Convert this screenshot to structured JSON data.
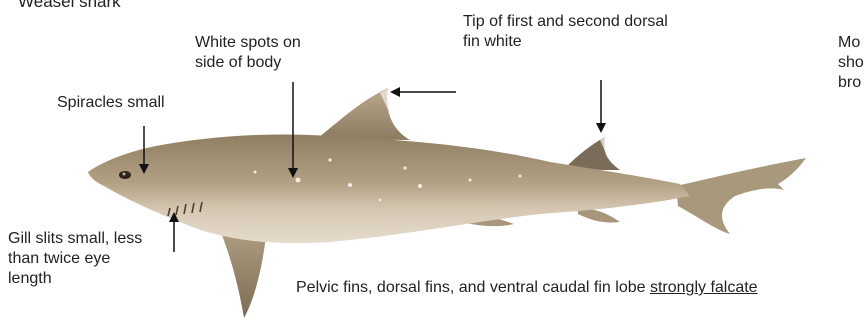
{
  "title": "Weasel shark",
  "labels": {
    "white_spots": [
      "White spots on",
      "side of body"
    ],
    "fin_tip": [
      "Tip of first and second dorsal",
      "fin white"
    ],
    "spiracles": "Spiracles small",
    "gill_slits": [
      "Gill slits small, less",
      "than twice eye",
      "length"
    ],
    "mouth": [
      "Mo",
      "sho",
      "bro"
    ],
    "pelvic": {
      "text": "Pelvic fins,  dorsal fins, and ventral caudal fin lobe ",
      "underlined": "strongly falcate"
    }
  },
  "colors": {
    "body_upper": "#9c8a6c",
    "body_lower": "#e2d6c6",
    "fin_dark": "#6f6452",
    "fin_tip": "#efeae2",
    "arrow": "#111111"
  }
}
